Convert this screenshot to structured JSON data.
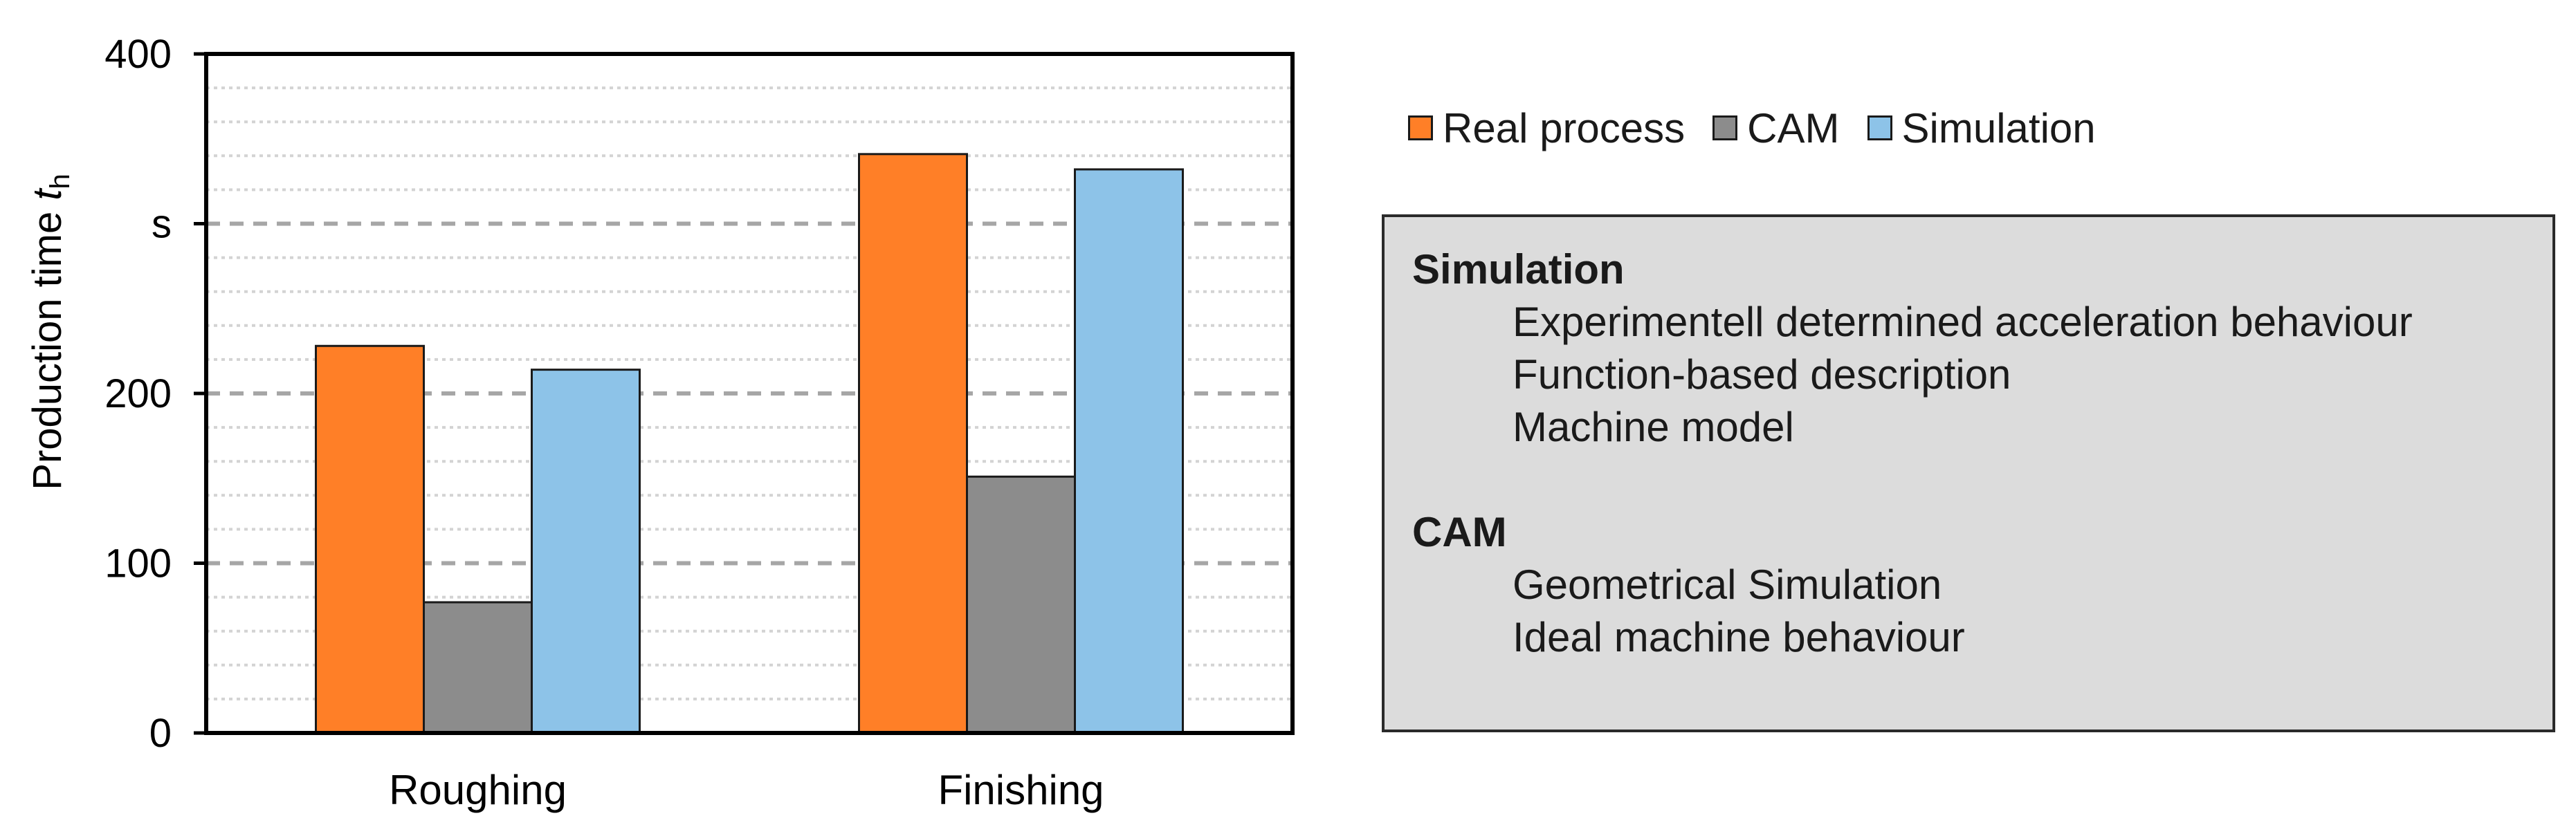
{
  "chart_data": {
    "type": "bar",
    "categories": [
      "Roughing",
      "Finishing"
    ],
    "series": [
      {
        "name": "Real process",
        "color": "#FF7F27",
        "values": [
          228,
          341
        ]
      },
      {
        "name": "CAM",
        "color": "#8C8C8C",
        "values": [
          77,
          151
        ]
      },
      {
        "name": "Simulation",
        "color": "#8DC3E8",
        "values": [
          214,
          332
        ]
      }
    ],
    "ylim": [
      0,
      400
    ],
    "yticks": [
      0,
      100,
      200,
      300,
      400
    ],
    "ytick_labels": [
      "0",
      "100",
      "200",
      "s",
      "400"
    ],
    "ylabel": "Production time",
    "ylabel_var": "t",
    "ylabel_sub": "h",
    "grid": "major dashed, minor dotted",
    "legend_position": "top-right"
  },
  "info_box": {
    "sim_heading": "Simulation",
    "sim_items": [
      "Experimentell determined acceleration behaviour",
      "Function-based description",
      "Machine model"
    ],
    "cam_heading": "CAM",
    "cam_items": [
      "Geometrical Simulation",
      "Ideal machine behaviour"
    ]
  }
}
